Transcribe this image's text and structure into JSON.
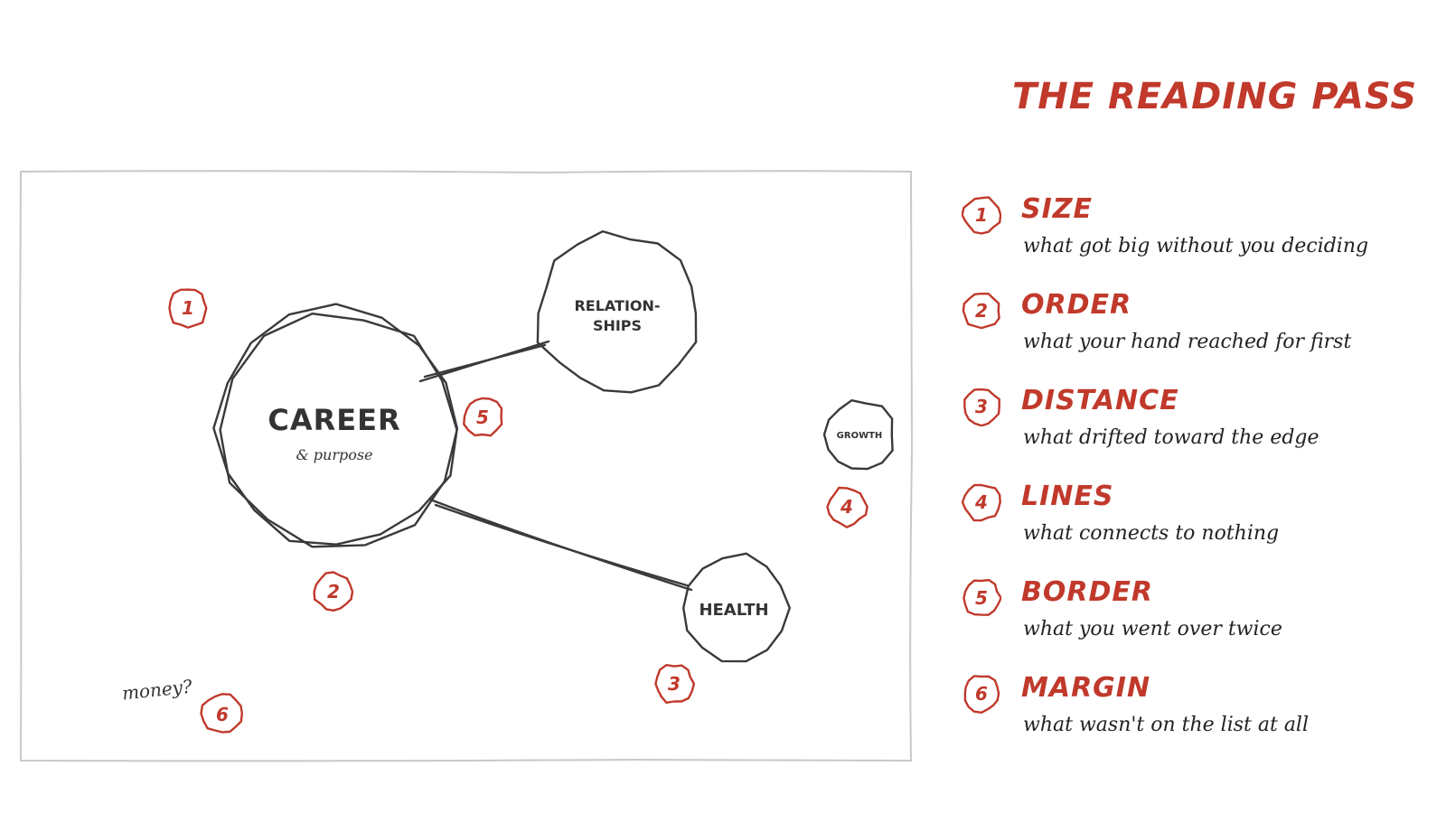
{
  "title": "THE READING PASS",
  "colors": {
    "accent": "#c0392b",
    "ink": "#3a3a3a",
    "frame": "#c8c8c8"
  },
  "drawing": {
    "circles": {
      "career": {
        "label": "CAREER",
        "sublabel": "& purpose"
      },
      "relationships": {
        "label_line1": "RELATION-",
        "label_line2": "SHIPS"
      },
      "health": {
        "label": "HEALTH"
      },
      "growth": {
        "label": "GROWTH"
      }
    },
    "margin_note": "money?",
    "markers": [
      "1",
      "2",
      "3",
      "4",
      "5",
      "6"
    ]
  },
  "legend": [
    {
      "number": "1",
      "term": "SIZE",
      "description": "what got big without you deciding"
    },
    {
      "number": "2",
      "term": "ORDER",
      "description": "what your hand reached for first"
    },
    {
      "number": "3",
      "term": "DISTANCE",
      "description": "what drifted toward the edge"
    },
    {
      "number": "4",
      "term": "LINES",
      "description": "what connects to nothing"
    },
    {
      "number": "5",
      "term": "BORDER",
      "description": "what you went over twice"
    },
    {
      "number": "6",
      "term": "MARGIN",
      "description": "what wasn't on the list at all"
    }
  ]
}
